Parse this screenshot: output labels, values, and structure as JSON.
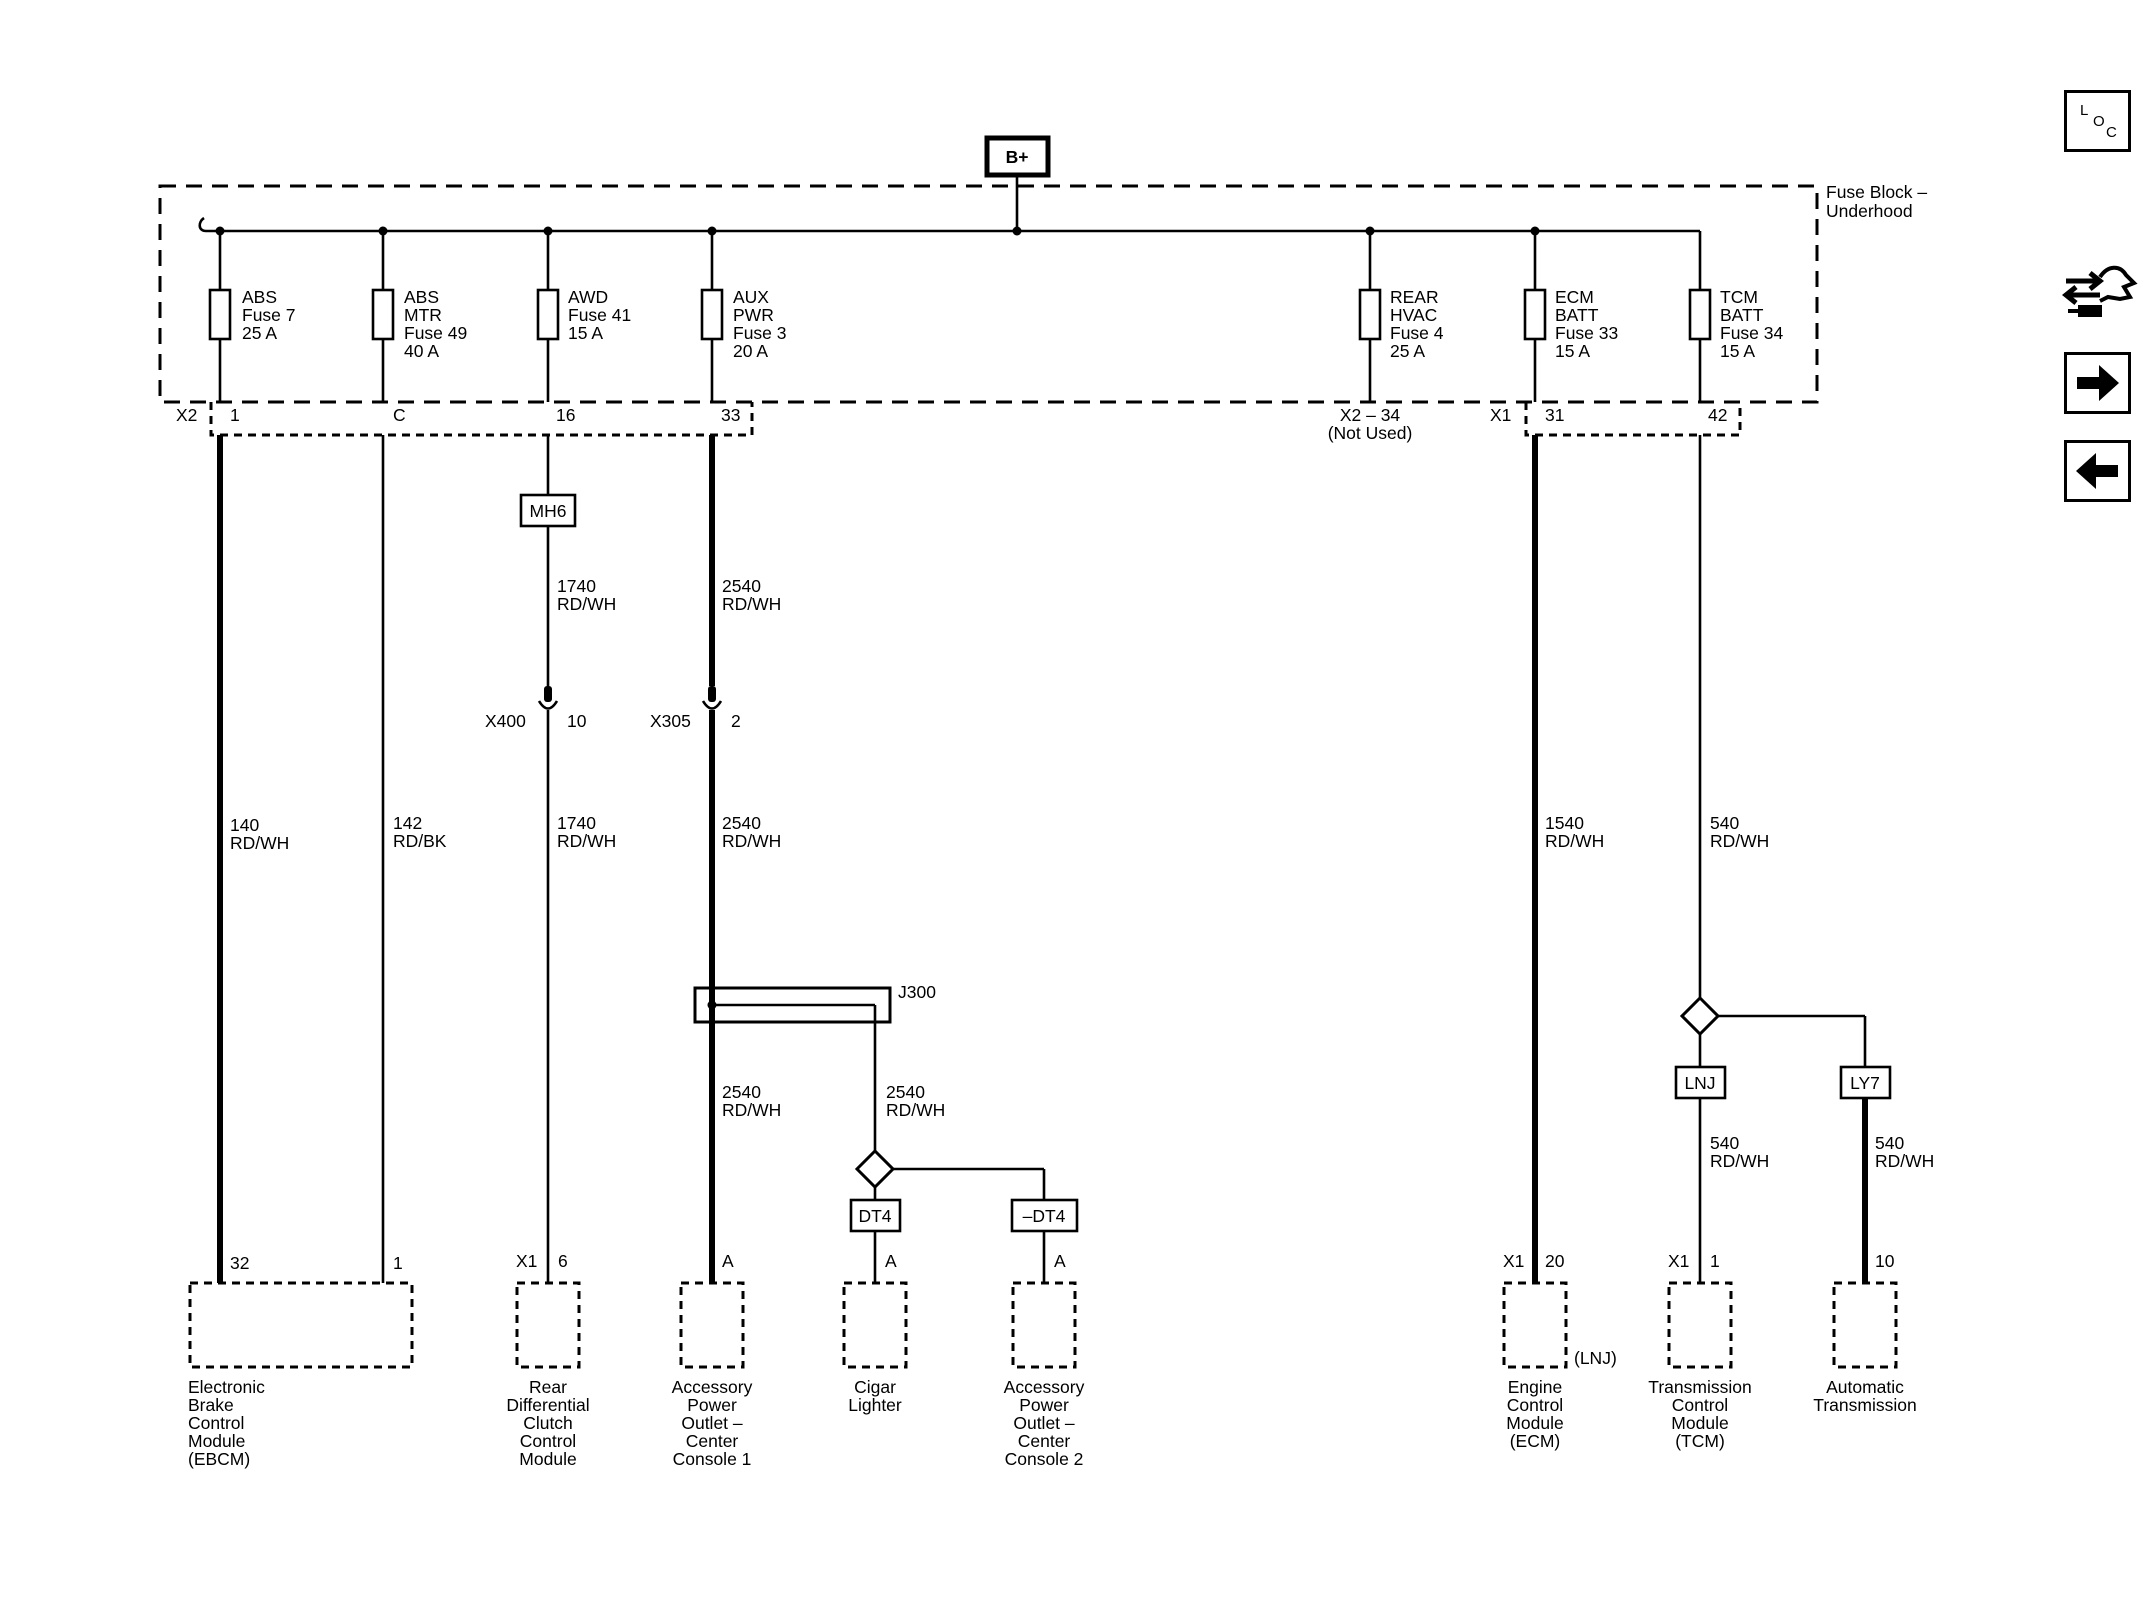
{
  "battery_label": "B+",
  "fuse_block_title_1": "Fuse Block –",
  "fuse_block_title_2": "Underhood",
  "fuses": [
    {
      "lines": [
        "ABS",
        "Fuse 7",
        "25 A"
      ]
    },
    {
      "lines": [
        "ABS",
        "MTR",
        "Fuse 49",
        "40 A"
      ]
    },
    {
      "lines": [
        "AWD",
        "Fuse 41",
        "15 A"
      ]
    },
    {
      "lines": [
        "AUX",
        "PWR",
        "Fuse 3",
        "20 A"
      ]
    },
    {
      "lines": [
        "REAR",
        "HVAC",
        "Fuse 4",
        "25 A"
      ]
    },
    {
      "lines": [
        "ECM",
        "BATT",
        "Fuse 33",
        "15 A"
      ]
    },
    {
      "lines": [
        "TCM",
        "BATT",
        "Fuse 34",
        "15 A"
      ]
    }
  ],
  "connector_x2": "X2",
  "connector_x1": "X1",
  "pins_top": [
    "1",
    "C",
    "16",
    "33",
    "31",
    "42"
  ],
  "x2_34": "X2 – 34",
  "not_used": "(Not Used)",
  "options": {
    "mh6": "MH6",
    "dt4": "DT4",
    "ndt4": "–DT4",
    "lnj": "LNJ",
    "ly7": "LY7"
  },
  "inline": {
    "x400": "X400",
    "x400_pin": "10",
    "x305": "X305",
    "x305_pin": "2"
  },
  "splice": "J300",
  "wire_labels": {
    "w1740_num": "1740",
    "w1740_col": "RD/WH",
    "w2540_num": "2540",
    "w2540_col": "RD/WH",
    "w140_num": "140",
    "w140_col": "RD/WH",
    "w142_num": "142",
    "w142_col": "RD/BK",
    "w1540_num": "1540",
    "w1540_col": "RD/WH",
    "w540_num": "540",
    "w540_col": "RD/WH"
  },
  "bottom_pins": {
    "ebcm_a": "32",
    "ebcm_b": "1",
    "rdcc_conn": "X1",
    "rdcc_pin": "6",
    "apo1": "A",
    "cigar": "A",
    "apo2": "A",
    "ecm_conn": "X1",
    "ecm_pin": "20",
    "tcm_conn": "X1",
    "tcm_pin": "1",
    "trans_pin": "10"
  },
  "lnj_note": "(LNJ)",
  "components": [
    {
      "lines": [
        "Electronic",
        "Brake",
        "Control",
        "Module",
        "(EBCM)"
      ]
    },
    {
      "lines": [
        "Rear",
        "Differential",
        "Clutch",
        "Control",
        "Module"
      ]
    },
    {
      "lines": [
        "Accessory",
        "Power",
        "Outlet –",
        "Center",
        "Console 1"
      ]
    },
    {
      "lines": [
        "Cigar",
        "Lighter"
      ]
    },
    {
      "lines": [
        "Accessory",
        "Power",
        "Outlet –",
        "Center",
        "Console 2"
      ]
    },
    {
      "lines": [
        "Engine",
        "Control",
        "Module",
        "(ECM)"
      ]
    },
    {
      "lines": [
        "Transmission",
        "Control",
        "Module",
        "(TCM)"
      ]
    },
    {
      "lines": [
        "Automatic",
        "Transmission"
      ]
    }
  ],
  "nav": {
    "loc_l": "L",
    "loc_o": "O",
    "loc_c": "C",
    "connector_icon": "connector-icon",
    "next_icon": "arrow-right-icon",
    "prev_icon": "arrow-left-icon"
  }
}
